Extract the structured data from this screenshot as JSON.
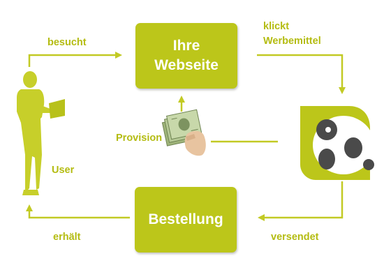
{
  "boxes": {
    "website": {
      "line1": "Ihre",
      "line2": "Webseite"
    },
    "order": {
      "label": "Bestellung"
    }
  },
  "labels": {
    "visits": "besucht",
    "clicks_line1": "klickt",
    "clicks_line2": "Werbemittel",
    "commission": "Provision",
    "user": "User",
    "receives": "erhält",
    "ships": "versendet"
  },
  "colors": {
    "accent": "#bcc61a",
    "text_accent": "#b4bc12",
    "panda_dark": "#4a4a4a"
  },
  "icons": [
    "user-silhouette-icon",
    "money-hand-icon",
    "panda-logo-icon"
  ]
}
